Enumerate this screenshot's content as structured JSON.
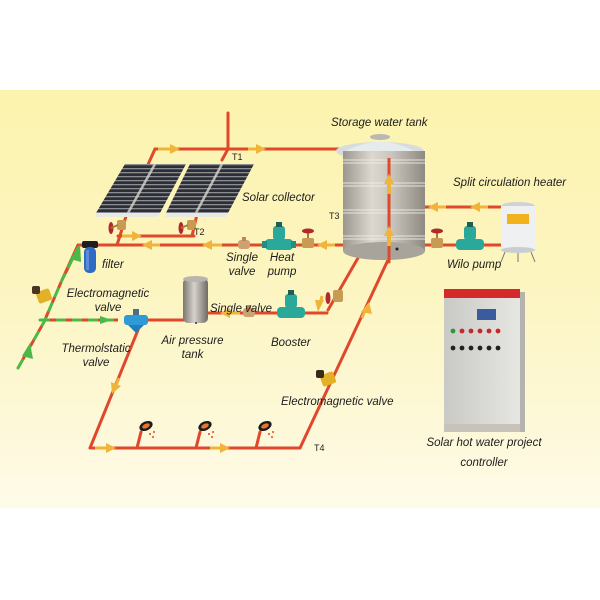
{
  "diagram": {
    "title": "Solar hot water system schematic",
    "colors": {
      "background": "#fcf3ad",
      "pipe_hot": "#e0482c",
      "flow_arrow": "#f0b43a",
      "pipe_cold": "#4cb848",
      "tank_steel": "#c8c4bc",
      "pump_teal": "#2aa89a",
      "filter_blue": "#2f6bc4",
      "controller_red": "#d42a2a"
    },
    "labels": {
      "storage_tank": "Storage water tank",
      "solar_collector": "Solar collector",
      "split_heater": "Split circulation heater",
      "filter": "filter",
      "single_valve_1": "Single",
      "single_valve_1b": "valve",
      "heat_pump_1": "Heat",
      "heat_pump_1b": "pump",
      "wilo_pump": "Wilo pump",
      "electromagnetic_valve_1a": "Electromagnetic",
      "electromagnetic_valve_1b": "valve",
      "single_valve_2": "Single valve",
      "booster": "Booster",
      "air_pressure_tank_a": "Air pressure",
      "air_pressure_tank_b": "tank",
      "thermostatic_valve_a": "Thermolstatic",
      "thermostatic_valve_b": "valve",
      "electromagnetic_valve_2": "Electromagnetic  valve",
      "controller_a": "Solar hot water project",
      "controller_b": "controller"
    },
    "sensors": {
      "t1": "T1",
      "t2": "T2",
      "t3": "T3",
      "t4": "T4"
    },
    "components": [
      {
        "id": "solar-collector",
        "count": 2
      },
      {
        "id": "storage-water-tank"
      },
      {
        "id": "split-circulation-heater"
      },
      {
        "id": "wilo-pump"
      },
      {
        "id": "heat-pump"
      },
      {
        "id": "booster-pump"
      },
      {
        "id": "air-pressure-tank"
      },
      {
        "id": "filter"
      },
      {
        "id": "electromagnetic-valve",
        "count": 2
      },
      {
        "id": "thermostatic-valve"
      },
      {
        "id": "shower-head",
        "count": 3
      },
      {
        "id": "controller-cabinet"
      }
    ]
  }
}
